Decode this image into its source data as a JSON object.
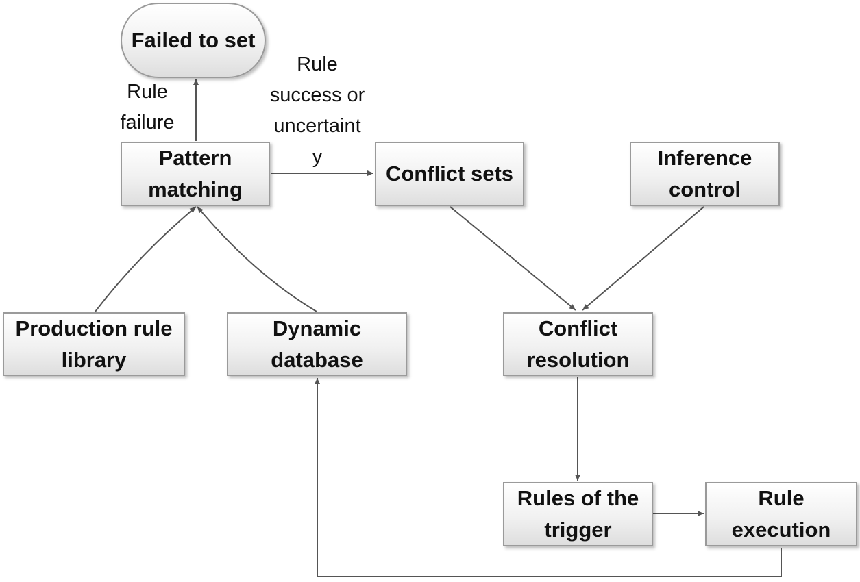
{
  "nodes": {
    "failed_to_set": "Failed to set",
    "pattern_matching": "Pattern\nmatching",
    "conflict_sets": "Conflict sets",
    "inference_control": "Inference\ncontrol",
    "production_rule_library": "Production rule\nlibrary",
    "dynamic_database": "Dynamic\ndatabase",
    "conflict_resolution": "Conflict\nresolution",
    "rules_of_the_trigger": "Rules of the\ntrigger",
    "rule_execution": "Rule\nexecution"
  },
  "edge_labels": {
    "rule_failure": "Rule\nfailure",
    "rule_success": "Rule\nsuccess or\nuncertaint\ny"
  },
  "colors": {
    "border": "#9a9a9a",
    "arrow": "#555555",
    "text": "#111111"
  }
}
